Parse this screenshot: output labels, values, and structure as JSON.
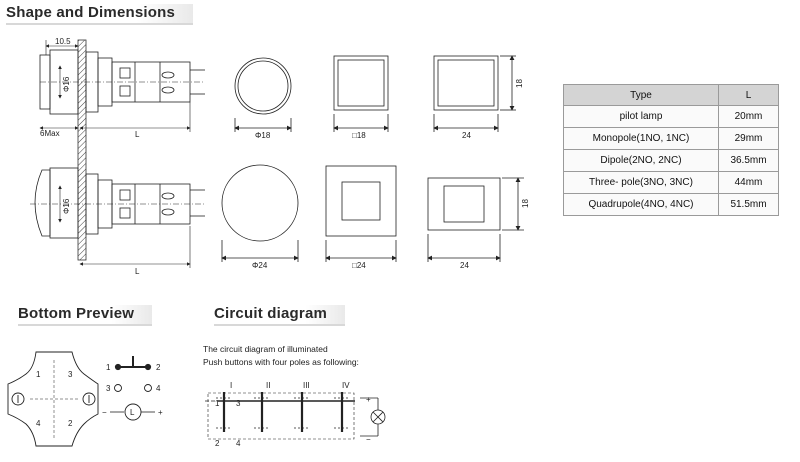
{
  "headings": {
    "shape": "Shape and Dimensions",
    "bottom": "Bottom Preview",
    "circuit": "Circuit diagram"
  },
  "dims": {
    "d105": "10.5",
    "phi16_a": "Φ16",
    "phi16_b": "Φ16",
    "max6": "6Max",
    "l_a": "L",
    "l_b": "L",
    "phi18": "Φ18",
    "sq18": "□18",
    "w24_a": "24",
    "h18_a": "18",
    "phi24": "Φ24",
    "sq24": "□24",
    "w24_b": "24",
    "h18_b": "18"
  },
  "table": {
    "head_type": "Type",
    "head_l": "L",
    "rows": [
      {
        "type": "pilot lamp",
        "l": "20mm"
      },
      {
        "type": "Monopole(1NO, 1NC)",
        "l": "29mm"
      },
      {
        "type": "Dipole(2NO, 2NC)",
        "l": "36.5mm"
      },
      {
        "type": "Three- pole(3NO, 3NC)",
        "l": "44mm"
      },
      {
        "type": "Quadrupole(4NO, 4NC)",
        "l": "51.5mm"
      }
    ]
  },
  "bottom": {
    "t1": "1",
    "t2": "2",
    "t3": "3",
    "t4": "4",
    "s1": "1",
    "s2": "2",
    "s3": "3",
    "s4": "4",
    "minus": "−",
    "plus": "+",
    "lamp": "L"
  },
  "circuit": {
    "caption1": "The circuit diagram of  illuminated",
    "caption2": "Push buttons with four poles as following:",
    "poles": [
      "I",
      "II",
      "III",
      "IV"
    ],
    "top1": "1",
    "top3": "3",
    "bot2": "2",
    "bot4": "4",
    "plus": "+",
    "minus": "−"
  }
}
